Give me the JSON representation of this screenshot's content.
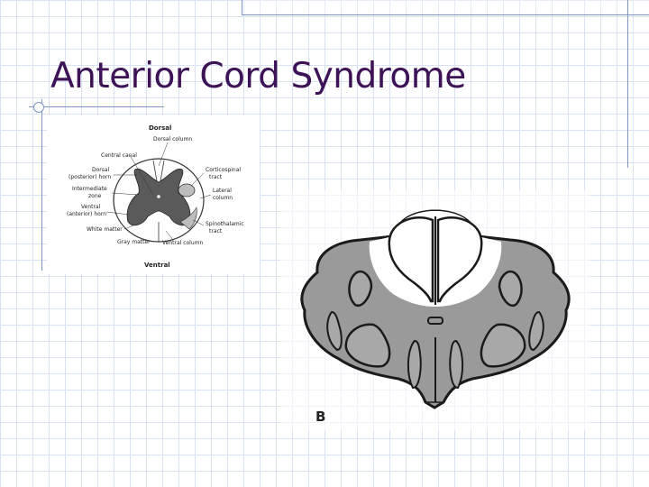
{
  "slide": {
    "title": "Anterior Cord Syndrome"
  },
  "figure_a": {
    "top_label": "Dorsal",
    "bottom_label": "Ventral",
    "labels": {
      "central_canal": "Central canal",
      "dorsal_column": "Dorsal column",
      "dorsal_horn_1": "Dorsal",
      "dorsal_horn_2": "(posterior) horn",
      "intermediate_1": "Intermediate",
      "intermediate_2": "zone",
      "ventral_horn_1": "Ventral",
      "ventral_horn_2": "(anterior) horn",
      "white_matter": "White matter",
      "gray_matter": "Gray matter",
      "corticospinal_1": "Corticospinal",
      "corticospinal_2": "tract",
      "lateral_column_1": "Lateral",
      "lateral_column_2": "column",
      "spinothalamic_1": "Spinothalamic",
      "spinothalamic_2": "tract",
      "ventral_column": "Ventral column"
    }
  },
  "figure_b": {
    "panel_label": "B"
  },
  "colors": {
    "title": "#3d1257",
    "frame": "#7f95c6",
    "grid": "#d9e2f2",
    "lesion_gray": "#9a9a9a"
  }
}
